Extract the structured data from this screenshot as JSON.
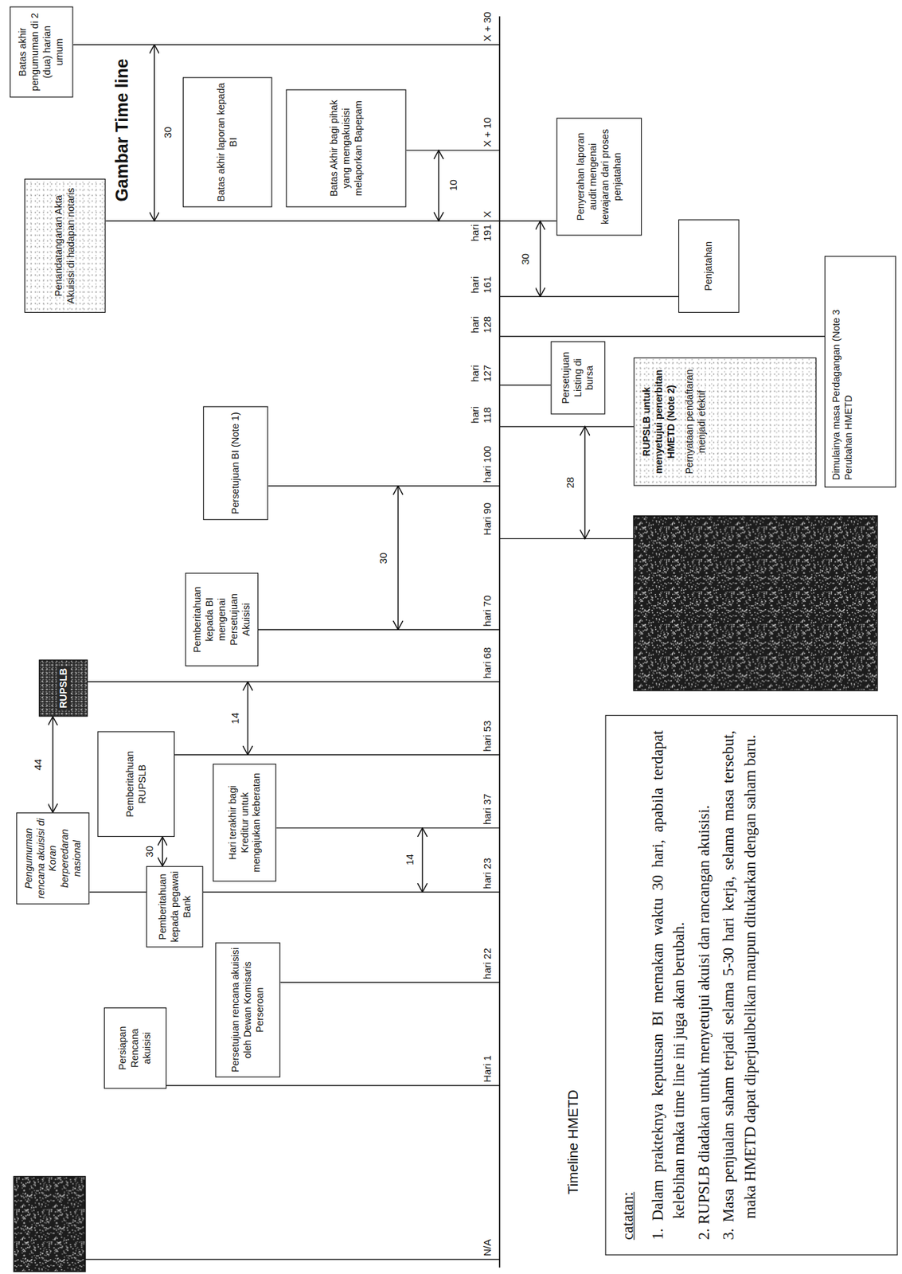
{
  "diagram": {
    "title": "Gambar Time line",
    "nodes": [
      {
        "text": [
          "Persiapan Rencana akuisisi"
        ]
      },
      {
        "text": [
          "Persetujuan rencana akuisisi oleh Dewan Komisaris Perseroan"
        ]
      },
      {
        "text": [
          "Pemberitahuan kepada pegawai Bank"
        ]
      },
      {
        "text": [
          "Pengumuman rencana akuisisi di Koran berperedaran nasional"
        ]
      },
      {
        "text": [
          "Hari terakhir bagi Kreditur untuk mengajukan keberatan"
        ]
      },
      {
        "text": [
          "Pemberitahuan RUPSLB"
        ]
      },
      {
        "text": [
          "RUPSLB"
        ]
      },
      {
        "text": [
          "Pemberitahuan kepada BI mengenai Persetujuan Akuisisi"
        ]
      },
      {
        "text": [
          "Persetujuan BI (Note 1)"
        ]
      },
      {
        "text": [
          "RUPSLB untuk menyetujui penerbitan HMETD (Note 2)",
          "Pernyataan pendaftaran menjadi efektif"
        ]
      },
      {
        "text": [
          "Persetujuan Listing di bursa"
        ]
      },
      {
        "text": [
          "Dimulainya masa Perdagangan (Note 3 Perubahan HMETD"
        ]
      },
      {
        "text": [
          "Penjatahan"
        ]
      },
      {
        "text": [
          "Penyerahan laporan audit mengenai kewajaran dari proses penjatahan"
        ]
      },
      {
        "text": [
          "Penandatanganan Akta Akuisisi di hadapan notaris"
        ]
      },
      {
        "text": [
          "Batas akhir laporan kepada BI"
        ]
      },
      {
        "text": [
          "Batas Akhir bagi pihak yang mengakuisisi melaporkan Bapepam"
        ]
      },
      {
        "text": [
          "Batas akhir pengumuman di 2 (dua) harian umum"
        ]
      },
      {
        "text": [
          "catatan:",
          "1. Dalam prakteknya keputusan BI memakan waktu 30 hari, apabila terdapat kelebihan maka time line ini juga akan berubah.",
          "2. RUPSLB diadakan untuk menyetujui akuisi dan rancangan akuisisi.",
          "3. Masa penjualan saham terjadi selama 5-30 hari kerja, selama masa tersebut, maka HMETD dapat diperjualbelikan maupun ditukarkan dengan saham baru."
        ]
      }
    ],
    "edges": [
      {
        "from": 3,
        "to": 6,
        "label": "44",
        "arrow": "both"
      },
      {
        "from": 3,
        "to": 2,
        "arrow": "none"
      },
      {
        "from": 2,
        "to": 5,
        "label": "30",
        "arrow": "both"
      }
    ],
    "labels": [
      "N/A",
      "Hari 1",
      "hari 22",
      "hari 23",
      "hari 37",
      "hari 53",
      "hari 68",
      "hari 70",
      "Hari 90",
      "hari 100",
      "hari 118",
      "hari 127",
      "hari 128",
      "hari 161",
      "hari 191",
      "X",
      "X + 10",
      "X + 30",
      "14",
      "14",
      "30",
      "28",
      "30",
      "10",
      "30",
      "Timeline HMETD"
    ]
  }
}
